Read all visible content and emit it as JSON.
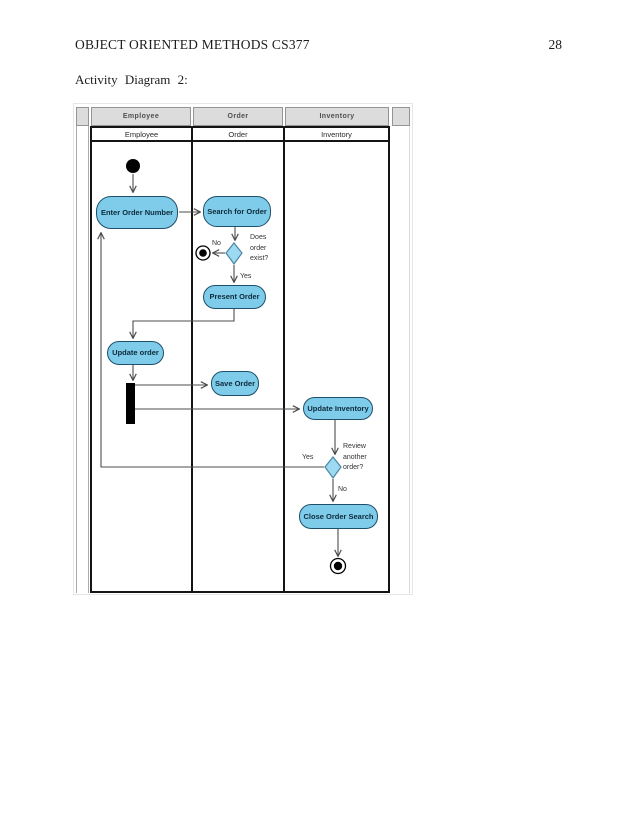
{
  "document": {
    "header_title": "OBJECT ORIENTED METHODS CS377",
    "page_number": "28",
    "caption": "Activity Diagram 2:"
  },
  "diagram": {
    "kind": "uml-activity-diagram-with-swimlanes",
    "column_headers": [
      "Employee",
      "Order",
      "Inventory"
    ],
    "lane_titles": [
      "Employee",
      "Order",
      "Inventory"
    ],
    "nodes": {
      "enter_order_number": "Enter Order Number",
      "search_for_order": "Search for Order",
      "present_order": "Present Order",
      "update_order": "Update order",
      "save_order": "Save Order",
      "update_inventory": "Update Inventory",
      "close_order_search": "Close Order Search"
    },
    "decisions": {
      "order_exists": "Does order exist?",
      "review_another": "Review another order?"
    },
    "edge_labels": {
      "order_exists_no": "No",
      "order_exists_yes": "Yes",
      "review_yes": "Yes",
      "review_no": "No"
    },
    "colors": {
      "node_fill": "#7ECBEA",
      "node_border": "#1E506B",
      "diamond_fill": "#9ED9F2",
      "column_header_fill": "#DCDCDC",
      "lane_border": "#141414",
      "connector": "#4D4D4D"
    }
  }
}
